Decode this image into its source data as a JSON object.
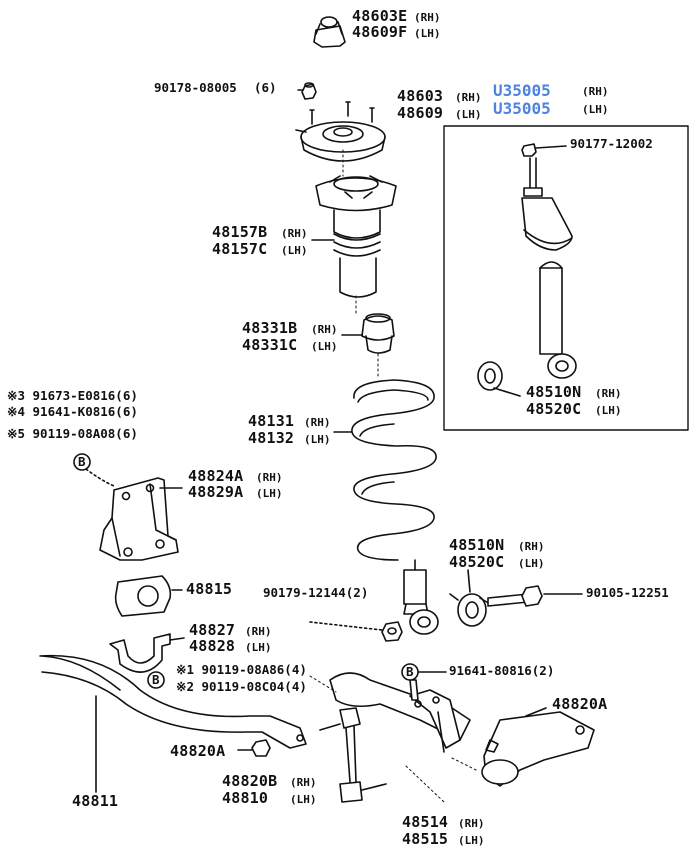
{
  "labels": {
    "p48603e": "48603E",
    "p48603e_s": "(RH)",
    "p48609f": "48609F",
    "p48609f_s": "(LH)",
    "p90178": "90178-08005",
    "p90178_q": "(6)",
    "p48603": "48603",
    "p48603_s": "(RH)",
    "p48609": "48609",
    "p48609_s": "(LH)",
    "u1": "U35005",
    "u1_s": "(RH)",
    "u2": "U35005",
    "u2_s": "(LH)",
    "p90177": "90177-12002",
    "p48157b": "48157B",
    "p48157b_s": "(RH)",
    "p48157c": "48157C",
    "p48157c_s": "(LH)",
    "p48331b": "48331B",
    "p48331b_s": "(RH)",
    "p48331c": "48331C",
    "p48331c_s": "(LH)",
    "p48510n_box": "48510N",
    "p48510n_box_s": "(RH)",
    "p48520c_box": "48520C",
    "p48520c_box_s": "(LH)",
    "n1": "※3 91673-E0816(6)",
    "n2": "※4 91641-K0816(6)",
    "n3": "※5 90119-08A08(6)",
    "p48131": "48131",
    "p48131_s": "(RH)",
    "p48132": "48132",
    "p48132_s": "(LH)",
    "p48824a": "48824A",
    "p48824a_s": "(RH)",
    "p48829a": "48829A",
    "p48829a_s": "(LH)",
    "p48510n": "48510N",
    "p48510n_s": "(RH)",
    "p48520c": "48520C",
    "p48520c_s": "(LH)",
    "p48815": "48815",
    "p90179": "90179-12144(2)",
    "p90105": "90105-12251",
    "p48827": "48827",
    "p48827_s": "(RH)",
    "p48828": "48828",
    "p48828_s": "(LH)",
    "p90119a": "※1 90119-08A86(4)",
    "p90119b": "※2 90119-08C04(4)",
    "p91641": "91641-80816(2)",
    "p48820a_r": "48820A",
    "p48820a_l": "48820A",
    "p48811": "48811",
    "p48820b": "48820B",
    "p48820b_s": "(RH)",
    "p48810": "48810",
    "p48810_s": "(LH)",
    "p48514": "48514",
    "p48514_s": "(RH)",
    "p48515": "48515",
    "p48515_s": "(LH)",
    "b_ref": "B"
  },
  "colors": {
    "ink": "#111111",
    "highlight": "#4f83e0"
  }
}
